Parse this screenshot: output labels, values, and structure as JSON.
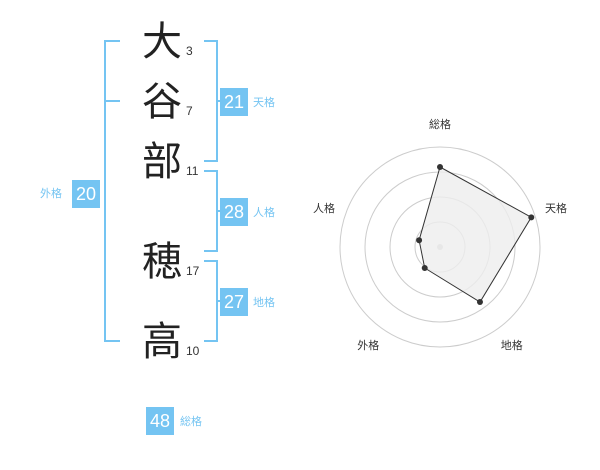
{
  "name_chars": [
    {
      "char": "大",
      "strokes": "3"
    },
    {
      "char": "谷",
      "strokes": "7"
    },
    {
      "char": "部",
      "strokes": "11"
    },
    {
      "char": "穂",
      "strokes": "17"
    },
    {
      "char": "高",
      "strokes": "10"
    }
  ],
  "fortune": {
    "tenkaku": {
      "value": "21",
      "label": "天格"
    },
    "jinkaku": {
      "value": "28",
      "label": "人格"
    },
    "chikaku": {
      "value": "27",
      "label": "地格"
    },
    "gaikaku": {
      "value": "20",
      "label": "外格"
    },
    "soukaku": {
      "value": "48",
      "label": "総格"
    }
  },
  "colors": {
    "accent": "#74c4f2",
    "radar_fill": "#eeeeee",
    "radar_stroke": "#333333",
    "ring": "#cccccc"
  },
  "chart_data": {
    "type": "radar",
    "axes": [
      "総格",
      "天格",
      "地格",
      "外格",
      "人格"
    ],
    "values": [
      0.8,
      0.96,
      0.68,
      0.26,
      0.22
    ],
    "scale_min": 0,
    "scale_max": 1,
    "rings": 4
  }
}
